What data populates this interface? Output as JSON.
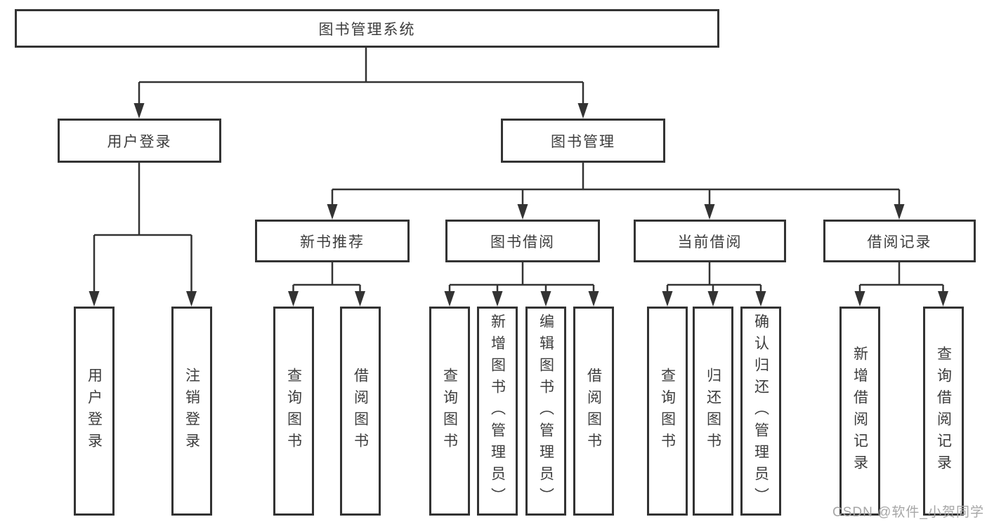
{
  "diagram": {
    "root": {
      "label": "图书管理系统"
    },
    "level2": [
      {
        "id": "user-login",
        "label": "用户登录"
      },
      {
        "id": "book-management",
        "label": "图书管理"
      }
    ],
    "level3": [
      {
        "id": "new-book-recommend",
        "label": "新书推荐"
      },
      {
        "id": "book-borrow",
        "label": "图书借阅"
      },
      {
        "id": "current-borrow",
        "label": "当前借阅"
      },
      {
        "id": "borrow-record",
        "label": "借阅记录"
      }
    ],
    "leaves": {
      "user_login": [
        "用户登录",
        "注销登录"
      ],
      "new_book_recommend": [
        "查询图书",
        "借阅图书"
      ],
      "book_borrow": [
        "查询图书",
        "新增图书（管理员）",
        "编辑图书（管理员）",
        "借阅图书"
      ],
      "current_borrow": [
        "查询图书",
        "归还图书",
        "确认归还（管理员）"
      ],
      "borrow_record": [
        "新增借阅记录",
        "查询借阅记录"
      ]
    },
    "watermark": "CSDN @软件_小贺同学",
    "colors": {
      "line": "#333333",
      "box_border": "#333333",
      "text": "#3d3d3d",
      "watermark": "#a6a6a6",
      "background": "#ffffff"
    }
  }
}
